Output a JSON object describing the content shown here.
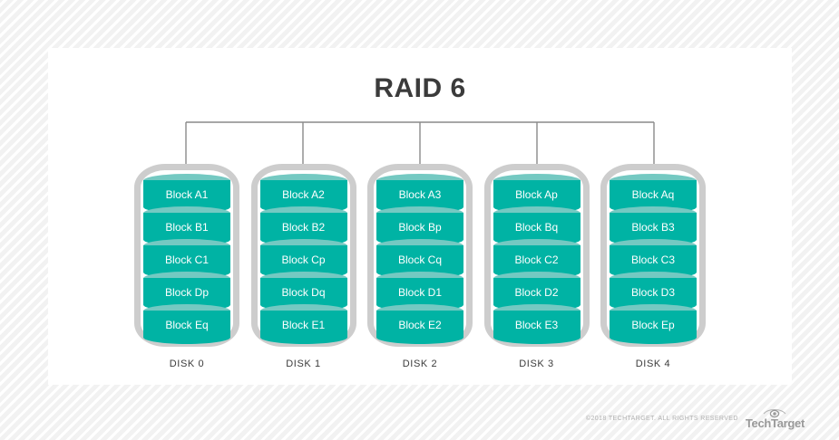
{
  "title": "RAID 6",
  "colors": {
    "cylinder_body": "#00b3a4",
    "cylinder_top": "#74c9c2",
    "case_border": "#cdcdcd",
    "connector_line": "#8a8a8a",
    "title_text": "#3b3b3b",
    "card_background": "#ffffff",
    "page_background": "#f7f7f7"
  },
  "diagram": {
    "type": "raid-array",
    "disk_count": 5,
    "blocks_per_disk": 5,
    "disks": [
      {
        "label": "DISK 0",
        "blocks": [
          "Block A1",
          "Block B1",
          "Block C1",
          "Block Dp",
          "Block Eq"
        ]
      },
      {
        "label": "DISK 1",
        "blocks": [
          "Block A2",
          "Block B2",
          "Block Cp",
          "Block Dq",
          "Block E1"
        ]
      },
      {
        "label": "DISK 2",
        "blocks": [
          "Block A3",
          "Block Bp",
          "Block Cq",
          "Block D1",
          "Block E2"
        ]
      },
      {
        "label": "DISK 3",
        "blocks": [
          "Block Ap",
          "Block Bq",
          "Block C2",
          "Block D2",
          "Block E3"
        ]
      },
      {
        "label": "DISK 4",
        "blocks": [
          "Block Aq",
          "Block B3",
          "Block C3",
          "Block D3",
          "Block Ep"
        ]
      }
    ]
  },
  "footer": {
    "copyright": "©2018 TECHTARGET. ALL RIGHTS RESERVED",
    "logo_text": "TechTarget",
    "logo_icon": "eye-icon"
  }
}
